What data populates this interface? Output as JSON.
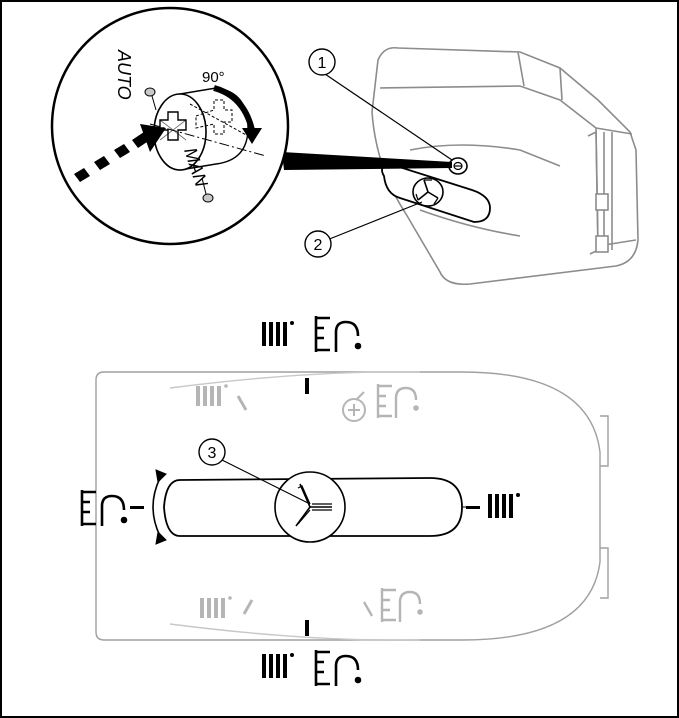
{
  "detail_view": {
    "rotation_label": "90°",
    "mode_auto_label": "AUTO",
    "mode_manual_label": "MAN"
  },
  "callouts": [
    {
      "number": "1",
      "target": "adjustment-screw"
    },
    {
      "number": "2",
      "target": "valve-lever"
    },
    {
      "number": "3",
      "target": "lever-hub"
    }
  ],
  "positions": {
    "top": "heating and hot water",
    "left": "hot water only",
    "right": "heating only",
    "bottom": "heating and hot water"
  },
  "colors": {
    "line": "#000000",
    "faded": "#b5b5b5",
    "outline": "#9a9a9a"
  }
}
